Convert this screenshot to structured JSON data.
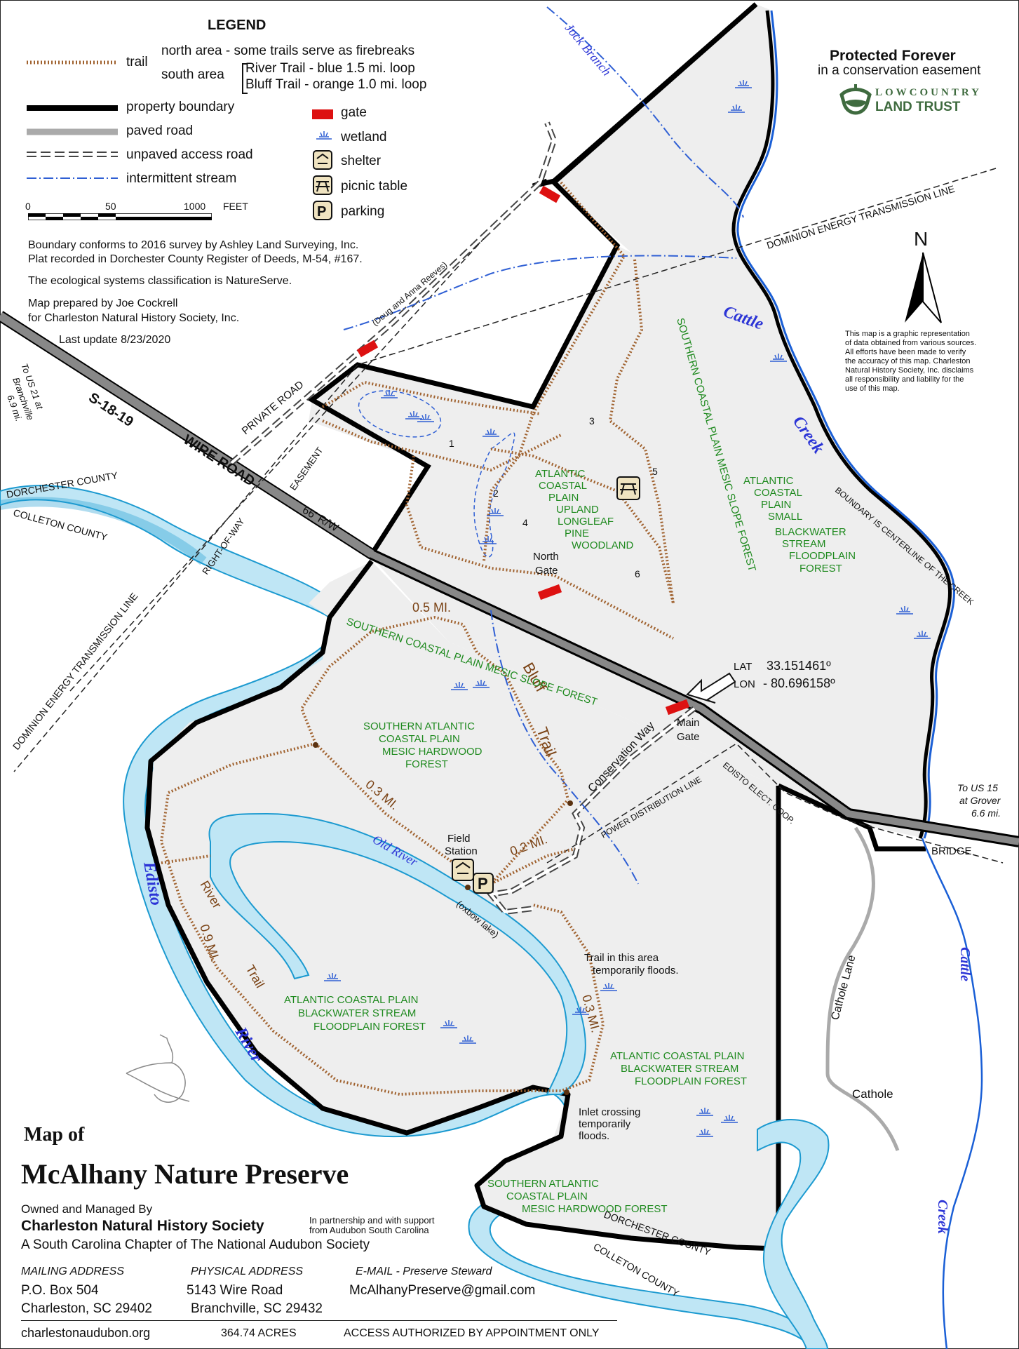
{
  "legend": {
    "title": "LEGEND",
    "trail_label": "trail",
    "north_area": "north  area -  some trails serve as firebreaks",
    "south_area": "south area",
    "river_trail": "River Trail - blue     1.5 mi. loop",
    "bluff_trail": "Bluff Trail - orange  1.0 mi. loop",
    "property_boundary": "property boundary",
    "paved_road": "paved road",
    "unpaved_road": "unpaved  access road",
    "stream": "intermittent  stream",
    "gate": "gate",
    "wetland": "wetland",
    "shelter": "shelter",
    "picnic": "picnic table",
    "parking": "parking",
    "scale_0": "0",
    "scale_50": "50",
    "scale_1000": "1000",
    "scale_feet": "FEET"
  },
  "notes": {
    "survey1": "Boundary  conforms to 2016 survey  by Ashley Land Surveying,  Inc.",
    "survey2": "Plat recorded in Dorchester County  Register of Deeds, M-54,  #167.",
    "eco": "The ecological systems classification  is NatureServe.",
    "prepared1": "Map prepared by Joe Cockrell",
    "prepared2": "for Charleston Natural History  Society, Inc.",
    "update": "Last update 8/23/2020",
    "disclaimer": [
      "This  map  is  a  graphic representation",
      "of data obtained from various sources.",
      "All  efforts have been made to verify",
      "the accuracy of this map. Charleston",
      "Natural History Society, Inc. disclaims",
      "all  responsibility  and  liability  for  the",
      "use of this map."
    ]
  },
  "protected": {
    "line1": "Protected  Forever",
    "line2": "in a conservation easement",
    "lt1": "LOWCOUNTRY",
    "lt2": "LAND TRUST"
  },
  "map_labels": {
    "jock_branch": "Jock  Branch",
    "dominion_top": "DOMINION  ENERGY  TRANSMISSION  LINE",
    "dominion_left": "DOMINION  ENERGY  TRANSMISSION  LINE",
    "cattle_creek_top": "Cattle",
    "creek_top": "Creek",
    "boundary_centerline": "BOUNDARY  IS  CENTERLINE  OF  THE  CREEK",
    "private_road": "PRIVATE   ROAD",
    "doug_anna": "(Doug and Anna Reeves)",
    "to_us21": "To US 21 at",
    "branchville": "Branchville",
    "miles69": "6.9 mi.",
    "s1819": "S-18-19",
    "wire_road": "WIRE ROAD",
    "row66": "66' R/W",
    "easement": "EASEMENT",
    "right_of_way": "RIGHT-OF-WAY",
    "dorchester_county": "DORCHESTER  COUNTY",
    "colleton_county": "COLLETON  COUNTY",
    "north_gate1": "North",
    "north_gate2": "Gate",
    "main_gate1": "Main",
    "main_gate2": "Gate",
    "lat_label": "LAT",
    "lat_value": "33.151461º",
    "lon_label": "LON",
    "lon_value": "- 80.696158º",
    "conservation_way": "Conservation Way",
    "field1": "Field",
    "field2": "Station",
    "power_line": "POWER DISTRIBUTION LINE",
    "edisto_coop": "EDISTO ELECT. COOP.",
    "bridge": "BRIDGE",
    "to_us15": "To US 15",
    "at_grover": "at Grover",
    "miles66": "6.6 mi.",
    "cathole_lane": "Cathole  Lane",
    "cathole": "Cathole",
    "cattle_bottom": "Cattle",
    "creek_bottom": "Creek",
    "old_river": "Old River",
    "oxbow": "(oxbow lake)",
    "edisto": "Edisto",
    "river": "River",
    "floods_note1": "Trail in this area",
    "floods_note2": "temporarily floods.",
    "inlet1": "Inlet crossing",
    "inlet2": "temporarily",
    "inlet3": "floods.",
    "dorchester_south": "DORCHESTER  COUNTY",
    "colleton_south": "COLLETON  COUNTY",
    "mi05": "0.5 MI.",
    "mi03a": "0.3 MI.",
    "mi02": "0.2 MI.",
    "mi03b": "0.3 MI.",
    "mi09": "0.9 MI.",
    "river_trail1": "River",
    "river_trail2": "Trail",
    "bluff": "Bluff",
    "trail_b": "Trail",
    "n1": "1",
    "n2": "2",
    "n3": "3",
    "n4": "4",
    "n5": "5",
    "n6": "6",
    "north_arrow": "N"
  },
  "habitats": {
    "upland": [
      "ATLANTIC",
      "COASTAL",
      "PLAIN",
      "UPLAND",
      "LONGLEAF",
      "PINE",
      "WOODLAND"
    ],
    "mesic_slope_v": "SOUTHERN  COASTAL  PLAIN  MESIC  SLOPE  FOREST",
    "mesic_slope_h": "SOUTHERN   COASTAL  PLAIN  MESIC  SLOPE  FOREST",
    "small_blackwater": [
      "ATLANTIC",
      "COASTAL",
      "PLAIN",
      "SMALL",
      "BLACKWATER",
      "STREAM",
      "FLOODPLAIN",
      "FOREST"
    ],
    "hardwood_mid": [
      "SOUTHERN  ATLANTIC",
      "COASTAL PLAIN",
      "MESIC HARDWOOD",
      "FOREST"
    ],
    "blackwater_left": [
      "ATLANTIC  COASTAL PLAIN",
      "BLACKWATER STREAM",
      "FLOODPLAIN  FOREST"
    ],
    "blackwater_right": [
      "ATLANTIC  COASTAL  PLAIN",
      "BLACKWATER STREAM",
      "FLOODPLAIN  FOREST"
    ],
    "hardwood_south": [
      "SOUTHERN   ATLANTIC",
      "COASTAL PLAIN",
      "MESIC HARDWOOD FOREST"
    ]
  },
  "title": {
    "map_of": "Map  of",
    "name": "McAlhany Nature Preserve",
    "owned": "Owned and Managed By",
    "org": "Charleston Natural History Society",
    "partnership1": "In partnership and with support",
    "partnership2": "from Audubon South Carolina",
    "chapter": "A South Carolina Chapter of The National Audubon Society"
  },
  "contact": {
    "mailing_h": "MAILING ADDRESS",
    "physical_h": "PHYSICAL ADDRESS",
    "email_h": "E-MAIL - Preserve Steward",
    "mail1": "P.O. Box 504",
    "mail2": "Charleston,  SC 29402",
    "phys1": "5143 Wire Road",
    "phys2": "Branchville,  SC 29432",
    "email": "McAlhanyPreserve@gmail.com",
    "website": "charlestonaudubon.org",
    "acres": "364.74  ACRES",
    "access": "ACCESS AUTHORIZED BY APPOINTMENT ONLY"
  },
  "colors": {
    "property": "#eeeeee",
    "water": "#bfe6f5",
    "water_edge": "#1c9ad0",
    "trail": "#a0622f",
    "stream": "#2f5fd4",
    "gate": "#dd1111",
    "habitat": "#1f8a1f",
    "lowcountry": "#3f6b3f"
  }
}
